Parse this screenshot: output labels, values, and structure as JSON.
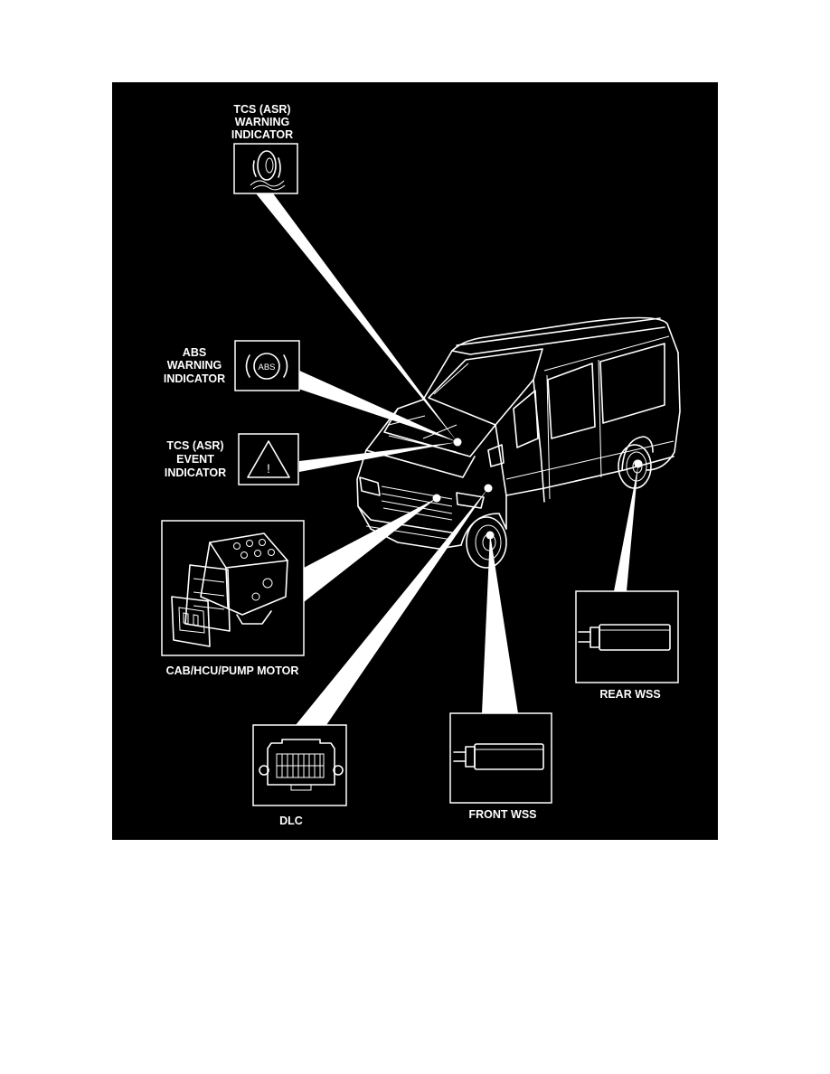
{
  "labels": {
    "tcs_warning": [
      "TCS (ASR)",
      "WARNING",
      "INDICATOR"
    ],
    "abs_warning": [
      "ABS",
      "WARNING",
      "INDICATOR"
    ],
    "tcs_event": [
      "TCS (ASR)",
      "EVENT",
      "INDICATOR"
    ],
    "cab": "CAB/HCU/PUMP MOTOR",
    "dlc": "DLC",
    "front_wss": "FRONT WSS",
    "rear_wss": "REAR WSS"
  },
  "icons": {
    "abs_badge": "ABS",
    "event_symbol": "!"
  },
  "colors": {
    "background": "#000000",
    "line_art": "#ffffff",
    "page": "#ffffff"
  }
}
